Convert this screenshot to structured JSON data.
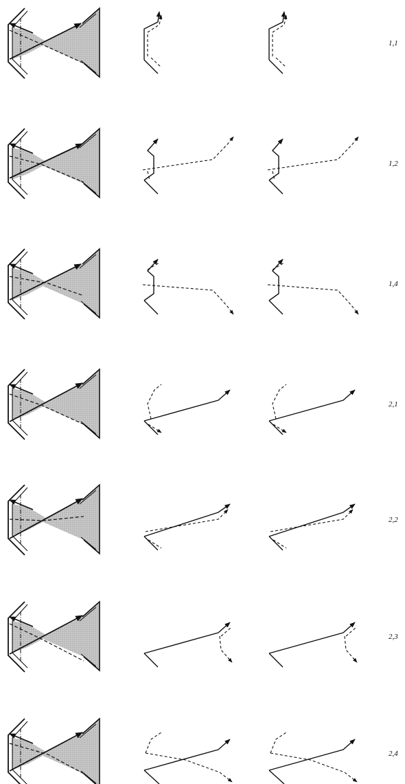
{
  "rows": [
    {
      "label": "1,1",
      "variant": "a"
    },
    {
      "label": "1,2",
      "variant": "b"
    },
    {
      "label": "1,4",
      "variant": "c"
    },
    {
      "label": "2,1",
      "variant": "d"
    },
    {
      "label": "2,2",
      "variant": "e"
    },
    {
      "label": "2,3",
      "variant": "f"
    },
    {
      "label": "2,4",
      "variant": "g"
    }
  ],
  "colors": {
    "ink": "#111111",
    "shade": "#bdbdbd"
  }
}
